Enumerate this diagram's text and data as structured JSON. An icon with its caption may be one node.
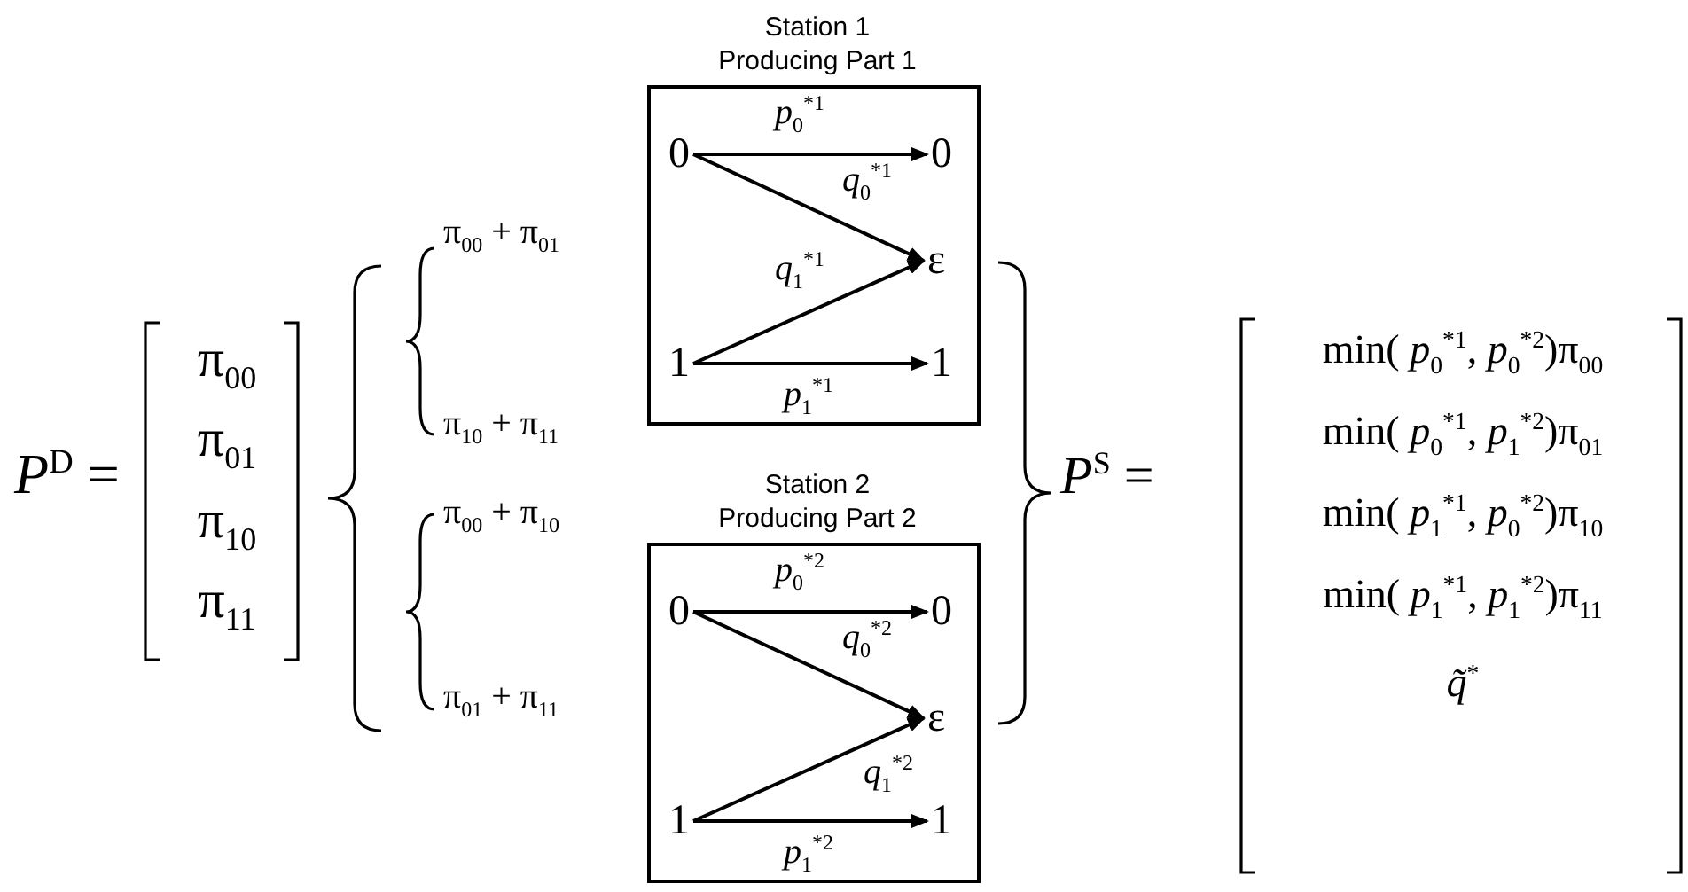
{
  "diagram": {
    "nodes": [
      {
        "text": [
          "Station 1 Producing Part 1"
        ]
      },
      {
        "text": [
          "0"
        ],
        "in": 0
      },
      {
        "text": [
          "0"
        ],
        "in": 0
      },
      {
        "text": [
          "ε"
        ],
        "in": 0
      },
      {
        "text": [
          "1"
        ],
        "in": 0
      },
      {
        "text": [
          "1"
        ],
        "in": 0
      },
      {
        "text": [
          "Station 2 Producing Part 2"
        ]
      },
      {
        "text": [
          "0"
        ],
        "in": 6
      },
      {
        "text": [
          "0"
        ],
        "in": 6
      },
      {
        "text": [
          "ε"
        ],
        "in": 6
      },
      {
        "text": [
          "1"
        ],
        "in": 6
      },
      {
        "text": [
          "1"
        ],
        "in": 6
      }
    ],
    "edges": [
      {
        "from": 1,
        "to": 2,
        "arrow": "to",
        "label": "*p*$_{0}$$^{*1}$"
      },
      {
        "from": 1,
        "to": 3,
        "arrow": "to",
        "label": "*q*$_{0}$$^{*1}$"
      },
      {
        "from": 4,
        "to": 3,
        "arrow": "to",
        "label": "*q*$_{1}$$^{*1}$"
      },
      {
        "from": 4,
        "to": 5,
        "arrow": "to",
        "label": "*p*$_{1}$$^{*1}$"
      },
      {
        "from": 7,
        "to": 8,
        "arrow": "to",
        "label": "*p*$_{0}$$^{*2}$"
      },
      {
        "from": 7,
        "to": 9,
        "arrow": "to",
        "label": "*q*$_{0}$$^{*2}$"
      },
      {
        "from": 10,
        "to": 9,
        "arrow": "to",
        "label": "*q*$_{1}$$^{*2}$"
      },
      {
        "from": 10,
        "to": 11,
        "arrow": "to",
        "label": "*p*$_{1}$$^{*2}$"
      }
    ],
    "labels": [
      "*P*$^{D}$ =",
      "π$_{00}$",
      "π$_{01}$",
      "π$_{10}$",
      "π$_{11}$",
      "π$_{00}$ + π$_{01}$",
      "π$_{10}$ + π$_{11}$",
      "π$_{00}$ + π$_{10}$",
      "π$_{01}$ + π$_{11}$",
      "*P*$^{S}$ =",
      "min( *p*$_{0}$$^{*1}$, *p*$_{0}$$^{*2}$)π$_{00}$",
      "min( *p*$_{0}$$^{*1}$, *p*$_{1}$$^{*2}$)π$_{01}$",
      "min( *p*$_{1}$$^{*1}$, *p*$_{0}$$^{*2}$)π$_{10}$",
      "min( *p*$_{1}$$^{*1}$, *p*$_{1}$$^{*2}$)π$_{11}$",
      "*q̃*$^{*}$"
    ]
  }
}
